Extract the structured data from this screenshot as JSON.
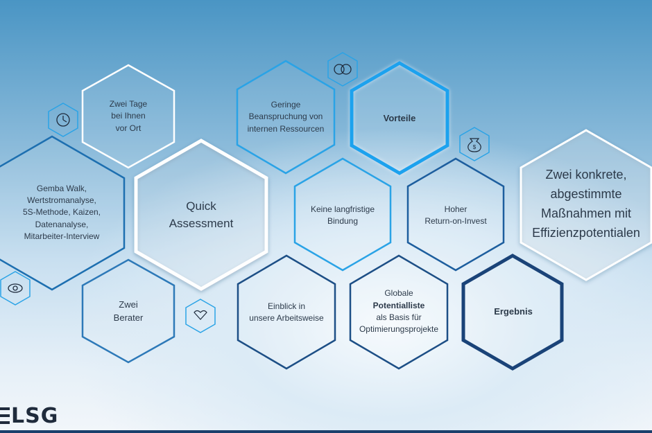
{
  "hexagons": [
    {
      "id": "zwei-tage",
      "lines": [
        "Zwei Tage",
        "bei Ihnen",
        "vor Ort"
      ]
    },
    {
      "id": "gemba",
      "lines": [
        "Gemba Walk,",
        "Wertstromanalyse,",
        "5S-Methode, Kaizen,",
        "Datenanalyse,",
        "Mitarbeiter-Interview"
      ]
    },
    {
      "id": "quick",
      "lines": [
        "Quick",
        "Assessment"
      ]
    },
    {
      "id": "zwei-berater",
      "lines": [
        "Zwei",
        "Berater"
      ]
    },
    {
      "id": "geringe",
      "lines": [
        "Geringe",
        "Beanspruchung von",
        "internen Ressourcen"
      ]
    },
    {
      "id": "vorteile",
      "lines": [
        "Vorteile"
      ]
    },
    {
      "id": "keine",
      "lines": [
        "Keine langfristige",
        "Bindung"
      ]
    },
    {
      "id": "hoher",
      "lines": [
        "Hoher",
        "Return-on-Invest"
      ]
    },
    {
      "id": "einblick",
      "lines": [
        "Einblick in",
        "unsere Arbeitsweise"
      ]
    },
    {
      "id": "globale",
      "lines": [
        "Globale",
        "Potentialliste",
        "als Basis für",
        "Optimierungsprojekte"
      ]
    },
    {
      "id": "ergebnis",
      "lines": [
        "Ergebnis"
      ]
    },
    {
      "id": "zwei-konkrete",
      "lines": [
        "Zwei konkrete,",
        "abgestimmte",
        "Maßnahmen mit",
        "Effizienzpotentialen"
      ]
    }
  ],
  "icons": [
    "clock-icon",
    "eye-icon",
    "handshake-icon",
    "venn-icon",
    "money-bag-icon"
  ],
  "logo": {
    "text": "LSG"
  },
  "colors": {
    "light_blue": "#2aa3e6",
    "dark_blue": "#1d4f86",
    "white": "#ffffff",
    "text": "#2c3a4a"
  }
}
